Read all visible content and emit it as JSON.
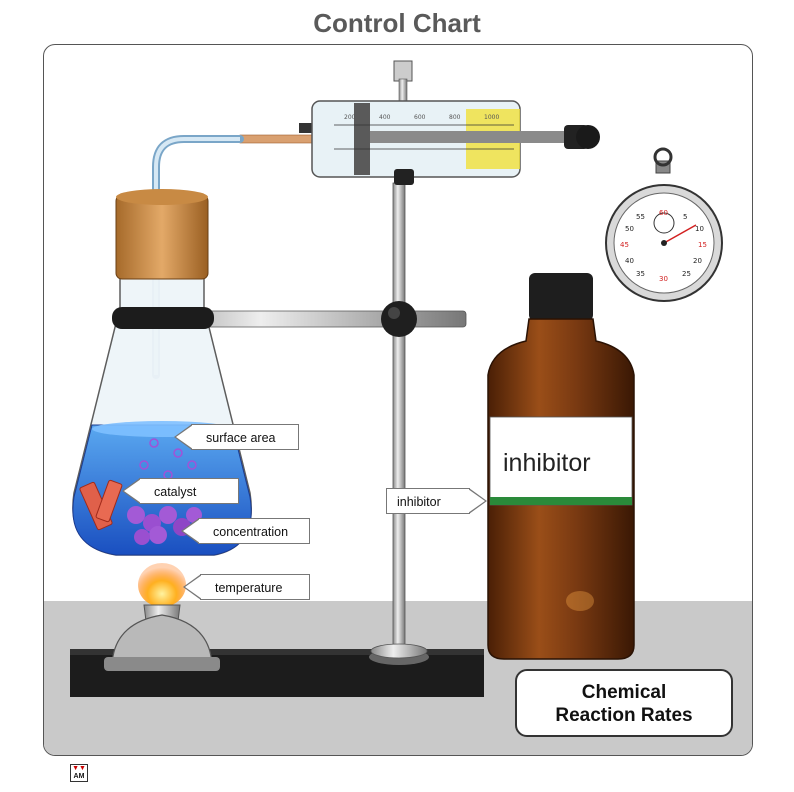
{
  "title": "Control Chart",
  "callouts": {
    "surface_area": "surface area",
    "catalyst": "catalyst",
    "concentration": "concentration",
    "temperature": "temperature",
    "inhibitor_pointer": "inhibitor"
  },
  "bottle": {
    "label": "inhibitor"
  },
  "caption": {
    "line1": "Chemical",
    "line2": "Reaction Rates"
  },
  "stopwatch": {
    "numbers": [
      "60",
      "5",
      "10",
      "15",
      "20",
      "25",
      "30",
      "35",
      "40",
      "45",
      "50",
      "55"
    ],
    "red_numbers": [
      "60",
      "15",
      "30",
      "45"
    ]
  },
  "syringe": {
    "scale": [
      "200",
      "400",
      "600",
      "800",
      "1000"
    ]
  },
  "logo": {
    "mark": "AM"
  },
  "colors": {
    "title": "#5a5a5a",
    "liquid": "#2a7bd8",
    "bottle": "#7a3a12",
    "red_mark": "#d22020",
    "label_stripe": "#2a8a3a"
  }
}
